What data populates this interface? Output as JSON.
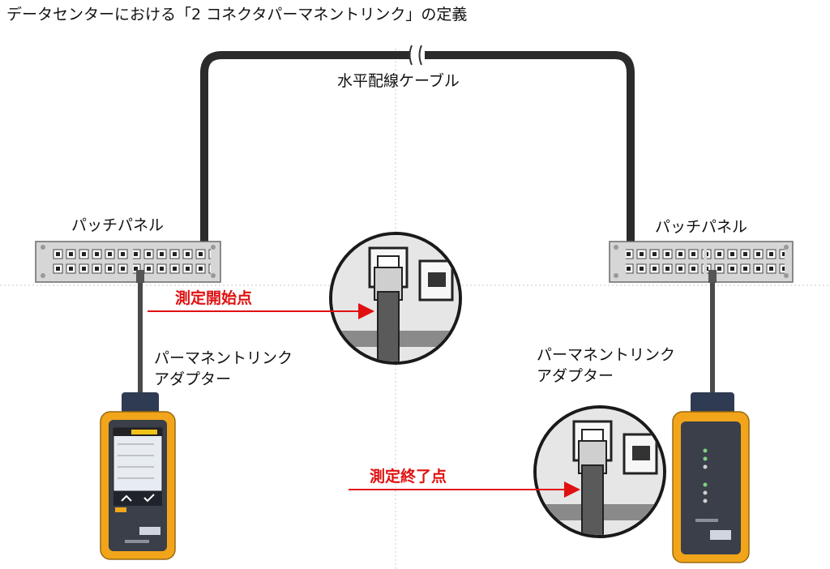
{
  "diagram": {
    "title": "データセンターにおける「2 コネクタパーマネントリンク」の定義",
    "cable_label": "水平配線ケーブル",
    "left_panel_label": "パッチパネル",
    "right_panel_label": "パッチパネル",
    "left_adapter_label_line1": "パーマネントリンク",
    "left_adapter_label_line2": "アダプター",
    "right_adapter_label_line1": "パーマネントリンク",
    "right_adapter_label_line2": "アダプター",
    "start_point_label": "測定開始点",
    "end_point_label": "測定終了点"
  },
  "colors": {
    "cable": "#2b2b2b",
    "panel": "#d6d6d6",
    "tester_body": "#f2a51a",
    "tester_face": "#3a3f4a",
    "arrow": "#e01010",
    "guide_line": "#bfbfbf"
  }
}
